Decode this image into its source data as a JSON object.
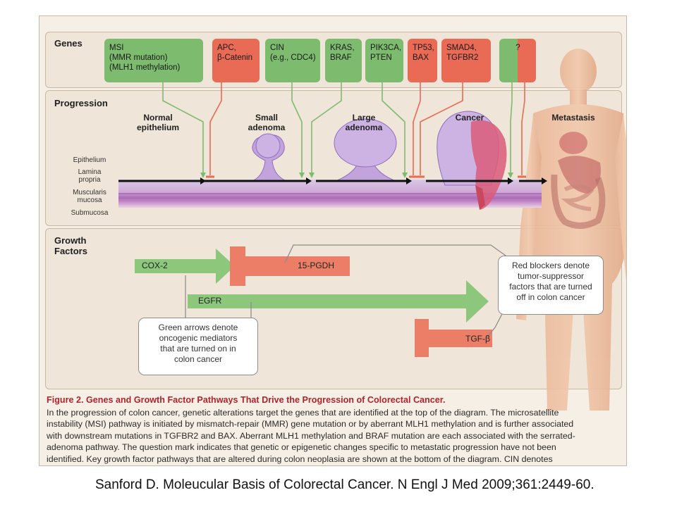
{
  "panels": {
    "genes": "Genes",
    "progression": "Progression",
    "growth_factors": "Growth\nFactors"
  },
  "genes": [
    {
      "lines": "MSI\n(MMR mutation)\n(MLH1 methylation)",
      "color": "green"
    },
    {
      "lines": "APC,\nβ-Catenin",
      "color": "red"
    },
    {
      "lines": "CIN\n(e.g., CDC4)",
      "color": "green"
    },
    {
      "lines": "KRAS,\nBRAF",
      "color": "green"
    },
    {
      "lines": "PIK3CA,\nPTEN",
      "color": "green"
    },
    {
      "lines": "TP53,\nBAX",
      "color": "red"
    },
    {
      "lines": "SMAD4,\nTGFBR2",
      "color": "red"
    },
    {
      "lines": "?",
      "color": "mixed"
    }
  ],
  "stages": {
    "normal": "Normal\nepithelium",
    "small": "Small\nadenoma",
    "large": "Large\nadenoma",
    "cancer": "Cancer",
    "metastasis": "Metastasis"
  },
  "layers": {
    "epithelium": "Epithelium",
    "lamina": "Lamina\npropria",
    "muscularis": "Muscularis\nmucosa",
    "submucosa": "Submucosa"
  },
  "growth_factors": {
    "cox2": "COX-2",
    "pgdh": "15-PGDH",
    "egfr": "EGFR",
    "tgfb": "TGF-β"
  },
  "callouts": {
    "red": "Red blockers denote\ntumor-suppressor\nfactors that are turned\noff in colon cancer",
    "green": "Green arrows denote\noncogenic mediators\nthat are turned on in\ncolon cancer"
  },
  "caption": {
    "title": "Figure 2. Genes and Growth Factor Pathways That Drive the Progression of Colorectal Cancer.",
    "lines": [
      "In the progression of colon cancer, genetic alterations target the genes that are identified at the top of the diagram. The microsatellite",
      "instability (MSI) pathway is initiated by mismatch-repair (MMR) gene mutation or by aberrant MLH1 methylation and is further associated",
      "with downstream mutations in TGFBR2 and BAX. Aberrant MLH1 methylation and BRAF mutation are each associated with the serrated-",
      "adenoma pathway. The question mark indicates that genetic or epigenetic changes specific to metastatic progression have not been",
      "identified. Key growth factor pathways that are altered during colon neoplasia are shown at the bottom of the diagram. CIN denotes"
    ]
  },
  "citation": "Sanford D. Moleucular Basis of Colorectal Cancer. N Engl J Med 2009;361:2449-60.",
  "colors": {
    "green": "#7dbb6f",
    "red": "#e96a55",
    "caption_title": "#b0242b",
    "background": "#f6efe5"
  }
}
